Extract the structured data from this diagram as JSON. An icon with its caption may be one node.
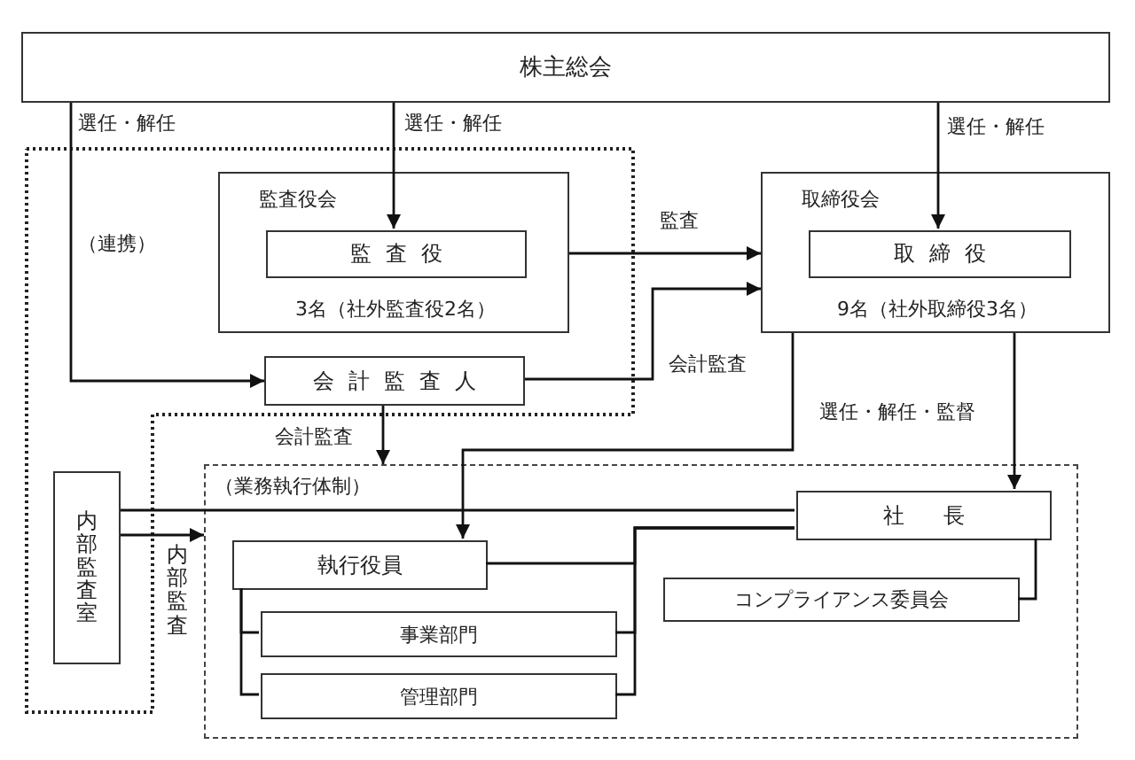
{
  "diagram": {
    "nodes": [
      {
        "text": [
          "株主総会"
        ]
      },
      {
        "text": [
          "（連携）"
        ]
      },
      {
        "text": [
          "監査役会",
          "3名（社外監査役2名）"
        ],
        "in": 1
      },
      {
        "text": [
          "監査役"
        ],
        "in": 2
      },
      {
        "text": [
          "会計監査人"
        ],
        "in": 1
      },
      {
        "text": [
          "内部監査室"
        ],
        "in": 1
      },
      {
        "text": [
          "取締役会",
          "9名（社外取締役3名）"
        ]
      },
      {
        "text": [
          "取締役"
        ],
        "in": 6
      },
      {
        "text": [
          "（業務執行体制）"
        ]
      },
      {
        "text": [
          "社長"
        ],
        "in": 8
      },
      {
        "text": [
          "執行役員"
        ],
        "in": 8
      },
      {
        "text": [
          "コンプライアンス委員会"
        ],
        "in": 8
      },
      {
        "text": [
          "事業部門"
        ],
        "in": 8
      },
      {
        "text": [
          "管理部門"
        ],
        "in": 8
      }
    ],
    "edges": [
      {
        "from": 0,
        "to": 4,
        "arrow": "to",
        "label": "選任・解任"
      },
      {
        "from": 0,
        "to": 3,
        "arrow": "to",
        "label": "選任・解任"
      },
      {
        "from": 0,
        "to": 7,
        "arrow": "to",
        "label": "選任・解任"
      },
      {
        "from": 2,
        "to": 6,
        "arrow": "to",
        "label": "監査"
      },
      {
        "from": 4,
        "to": 6,
        "arrow": "to",
        "label": "会計監査"
      },
      {
        "from": 4,
        "to": 8,
        "arrow": "to",
        "label": "会計監査"
      },
      {
        "from": 6,
        "to": 10,
        "arrow": "to"
      },
      {
        "from": 6,
        "to": 9,
        "arrow": "to",
        "label": "選任・解任・監督"
      },
      {
        "from": 5,
        "to": 8,
        "arrow": "to",
        "label": "内部監査"
      },
      {
        "from": 5,
        "to": 9,
        "arrow": "none"
      },
      {
        "from": 9,
        "to": 10,
        "arrow": "none"
      },
      {
        "from": 9,
        "to": 12,
        "arrow": "none"
      },
      {
        "from": 9,
        "to": 13,
        "arrow": "none"
      },
      {
        "from": 9,
        "to": 11,
        "arrow": "none"
      },
      {
        "from": 10,
        "to": 12,
        "arrow": "none"
      },
      {
        "from": 10,
        "to": 13,
        "arrow": "none"
      }
    ]
  }
}
